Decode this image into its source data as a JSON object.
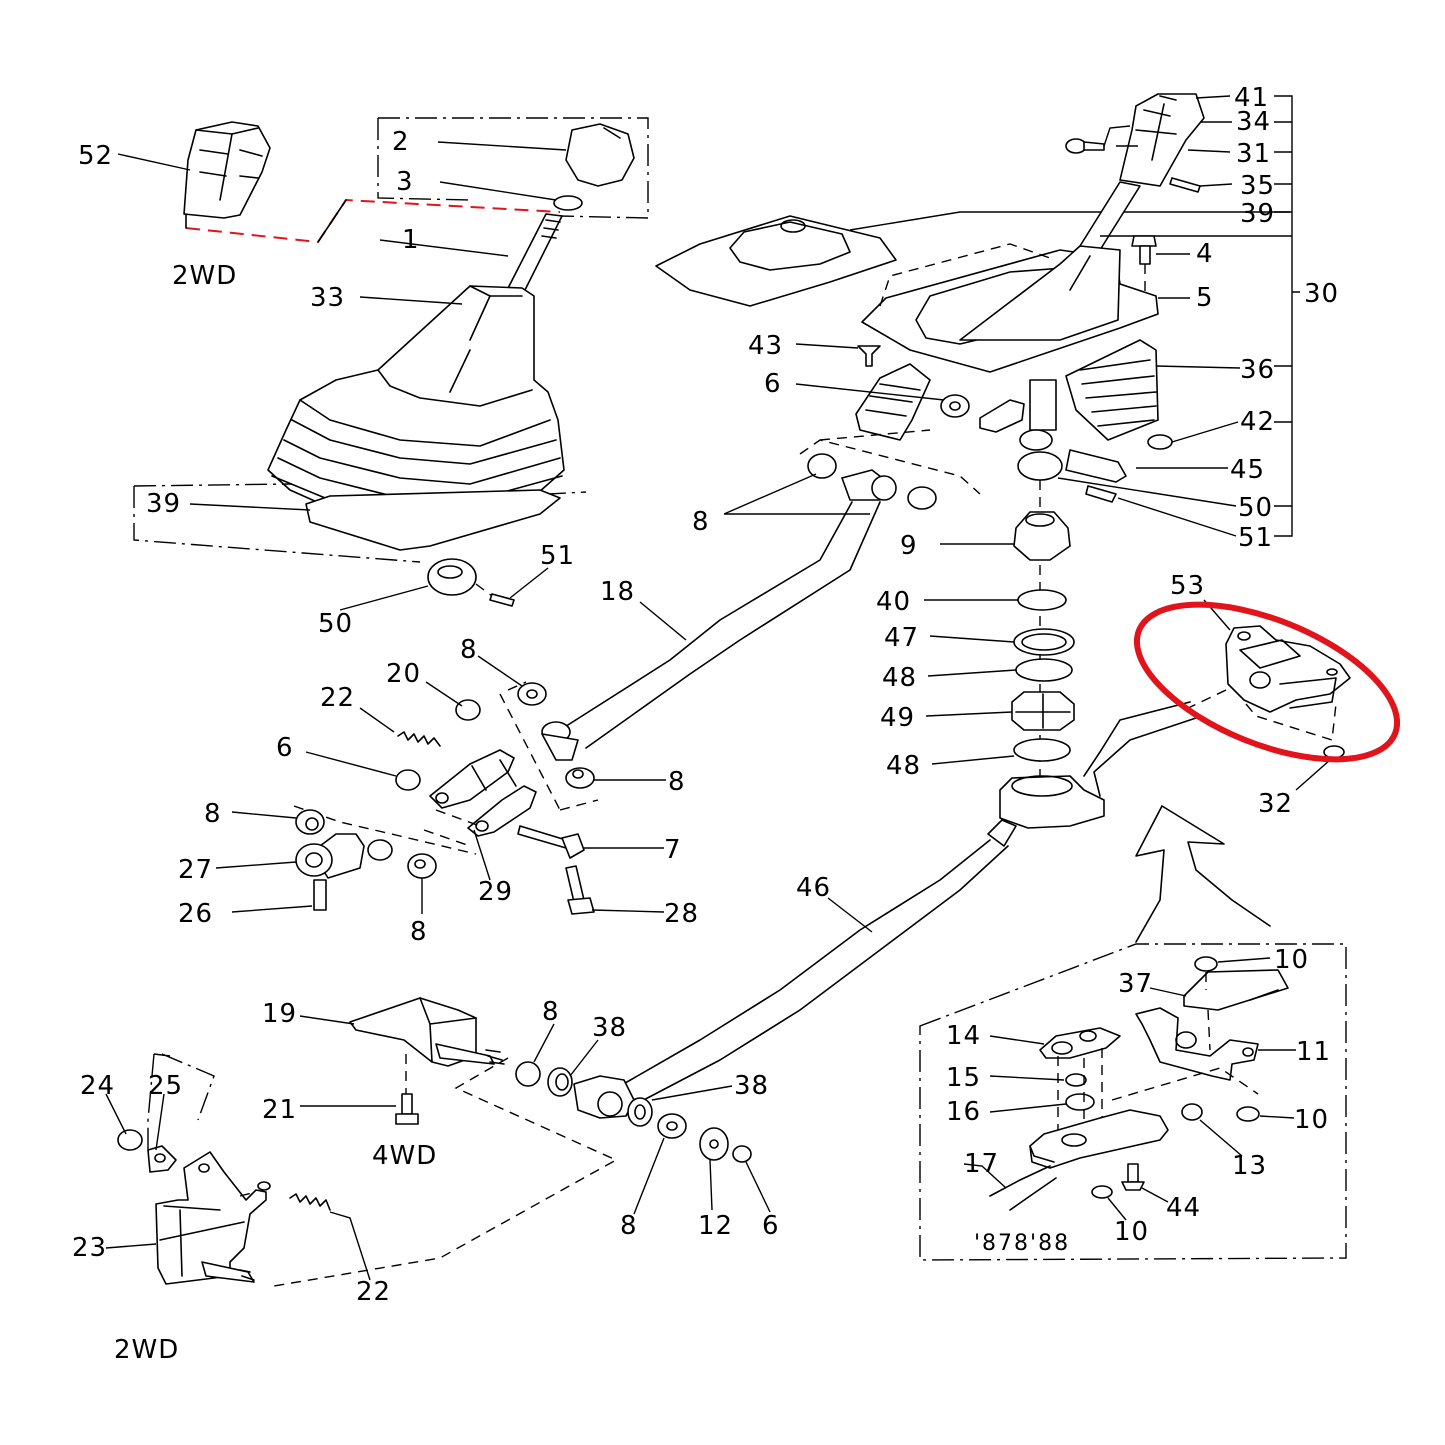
{
  "diagram": {
    "title": "Gear shift lever and linkage exploded parts diagram",
    "variant_labels": {
      "top_left_2wd": "2WD",
      "middle_4wd": "4WD",
      "bottom_left_2wd": "2WD"
    },
    "drawing_code": "'878'88",
    "assembly_bracket_label": "30",
    "highlight_color": "#e0141a",
    "highlighted_part": "53",
    "callouts": {
      "c52": "52",
      "c2": "2",
      "c3": "3",
      "c1": "1",
      "c33": "33",
      "c39a": "39",
      "c50a": "50",
      "c51a": "51",
      "c41": "41",
      "c34": "34",
      "c31": "31",
      "c35": "35",
      "c39b": "39",
      "c4": "4",
      "c5": "5",
      "c43": "43",
      "c6a": "6",
      "c36": "36",
      "c42": "42",
      "c45": "45",
      "c50b": "50",
      "c51b": "51",
      "c8a": "8",
      "c9": "9",
      "c18": "18",
      "c40": "40",
      "c47": "47",
      "c48a": "48",
      "c49": "49",
      "c48b": "48",
      "c53": "53",
      "c32": "32",
      "c8b": "8",
      "c20": "20",
      "c22a": "22",
      "c6b": "6",
      "c8c": "8",
      "c8d": "8",
      "c27": "27",
      "c26": "26",
      "c29": "29",
      "c7": "7",
      "c28": "28",
      "c8e": "8",
      "c46": "46",
      "c19": "19",
      "c8f": "8",
      "c38a": "38",
      "c38b": "38",
      "c21": "21",
      "c24": "24",
      "c25": "25",
      "c23": "23",
      "c22b": "22",
      "c8g": "8",
      "c12": "12",
      "c6c": "6",
      "c10a": "10",
      "c37": "37",
      "c14": "14",
      "c11": "11",
      "c15": "15",
      "c16": "16",
      "c10b": "10",
      "c13": "13",
      "c17": "17",
      "c44": "44",
      "c10c": "10"
    }
  }
}
